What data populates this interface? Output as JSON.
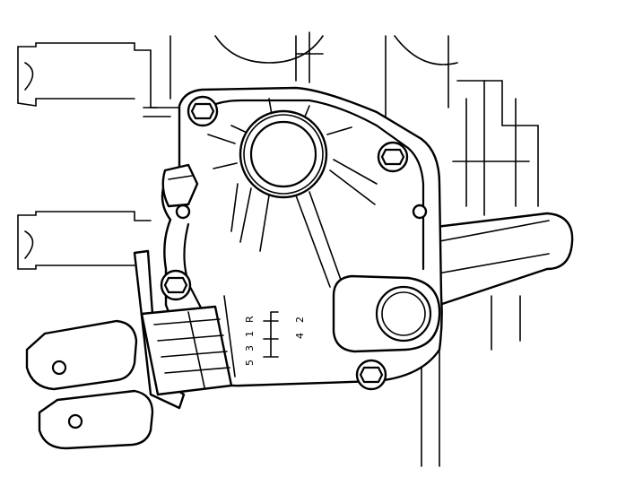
{
  "diagram": {
    "shift_pattern": {
      "top_row": [
        "2",
        "4"
      ],
      "bottom_row": [
        "R",
        "1",
        "3",
        "5"
      ]
    }
  }
}
